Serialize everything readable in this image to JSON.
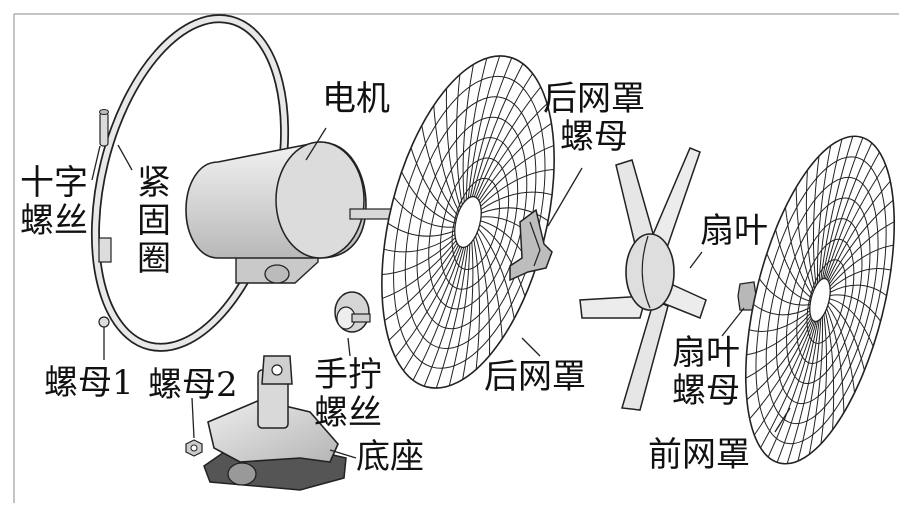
{
  "diagram": {
    "labels": {
      "cross_screw": "十字螺丝",
      "clamp_ring": "紧固圈",
      "motor": "电机",
      "rear_guard_nut": "后网罩螺母",
      "fan_blade": "扇叶",
      "nut_1": "螺母1",
      "nut_2": "螺母2",
      "hand_screw": "手拧螺丝",
      "rear_guard": "后网罩",
      "blade_nut": "扇叶螺母",
      "base": "底座",
      "front_guard": "前网罩"
    },
    "colors": {
      "part_fill": "#e4e4e4",
      "line": "#222222"
    }
  }
}
